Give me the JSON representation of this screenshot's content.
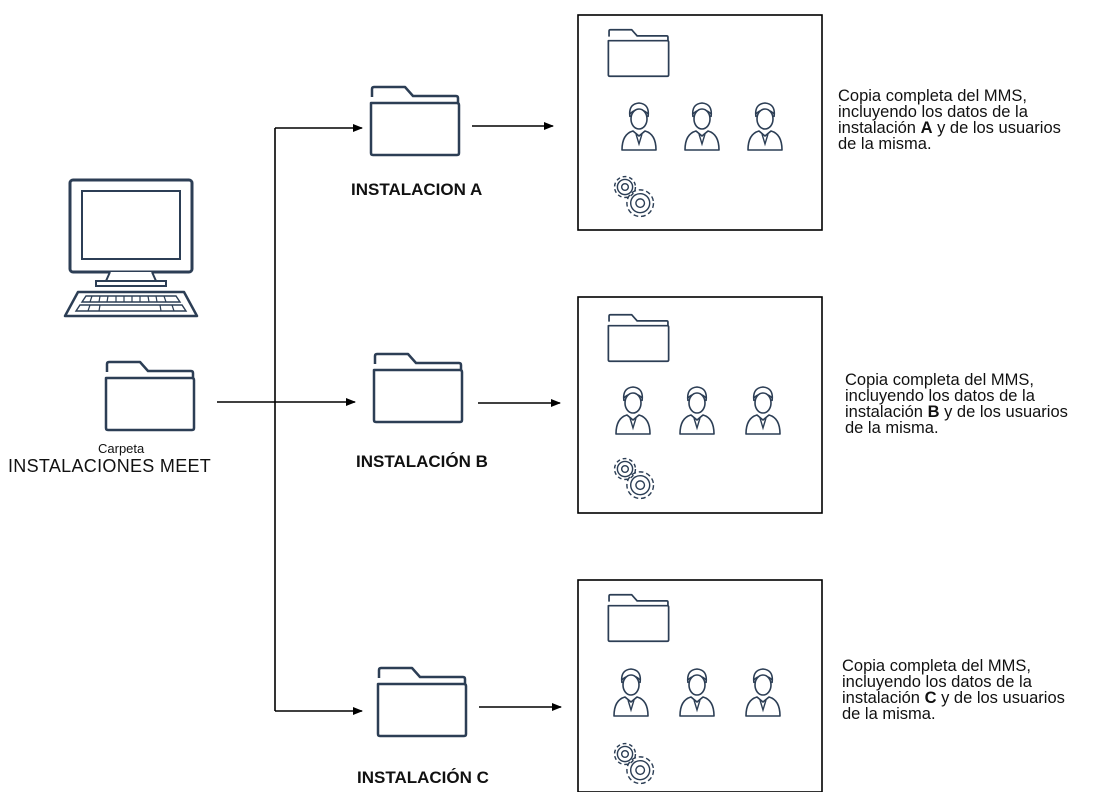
{
  "colors": {
    "icon_stroke": "#2c3e55",
    "icon_fill": "#ffffff",
    "line": "#000000"
  },
  "source": {
    "computer_icon": "desktop-computer-icon",
    "folder_icon": "folder-icon",
    "carpeta_label": "Carpeta",
    "folder_name": "INSTALACIONES  MEET"
  },
  "installations": [
    {
      "label": "INSTALACION A",
      "letter": "A",
      "description": {
        "line1": "Copia completa del MMS,",
        "line2": "incluyendo los datos de la",
        "line3_pre": "instalación ",
        "line3_post": " y de los usuarios",
        "line4": "de la misma."
      }
    },
    {
      "label": "INSTALACIÓN B",
      "letter": "B",
      "description": {
        "line1": "Copia completa del MMS,",
        "line2": "incluyendo los datos de la",
        "line3_pre": "instalación ",
        "line3_post": " y de los usuarios",
        "line4": "de la misma."
      }
    },
    {
      "label": "INSTALACIÓN C",
      "letter": "C",
      "description": {
        "line1": "Copia completa del MMS,",
        "line2": "incluyendo los datos de la",
        "line3_pre": "instalación ",
        "line3_post": " y de los usuarios",
        "line4": "de la misma."
      }
    }
  ],
  "box_contents": {
    "folder_icon": "folder-icon",
    "user_icon": "user-icon",
    "users_count": 3,
    "settings_icon": "gears-icon"
  }
}
